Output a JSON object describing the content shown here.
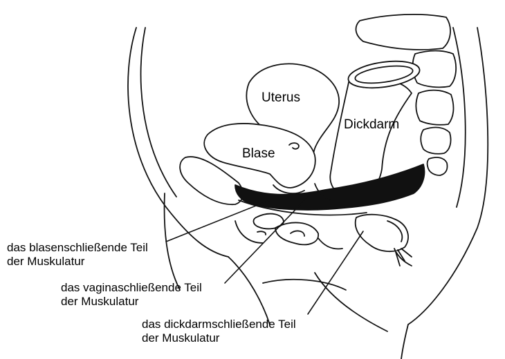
{
  "labels": {
    "uterus": "Uterus",
    "blase": "Blase",
    "dickdarm": "Dickdarm",
    "blasen_line1": "das blasenschließende Teil",
    "blasen_line2": "der Muskulatur",
    "vagina_line1": "das vaginaschließende Teil",
    "vagina_line2": "der Muskulatur",
    "darm_line1": "das dickdarmschließende Teil",
    "darm_line2": "der Muskulatur"
  }
}
